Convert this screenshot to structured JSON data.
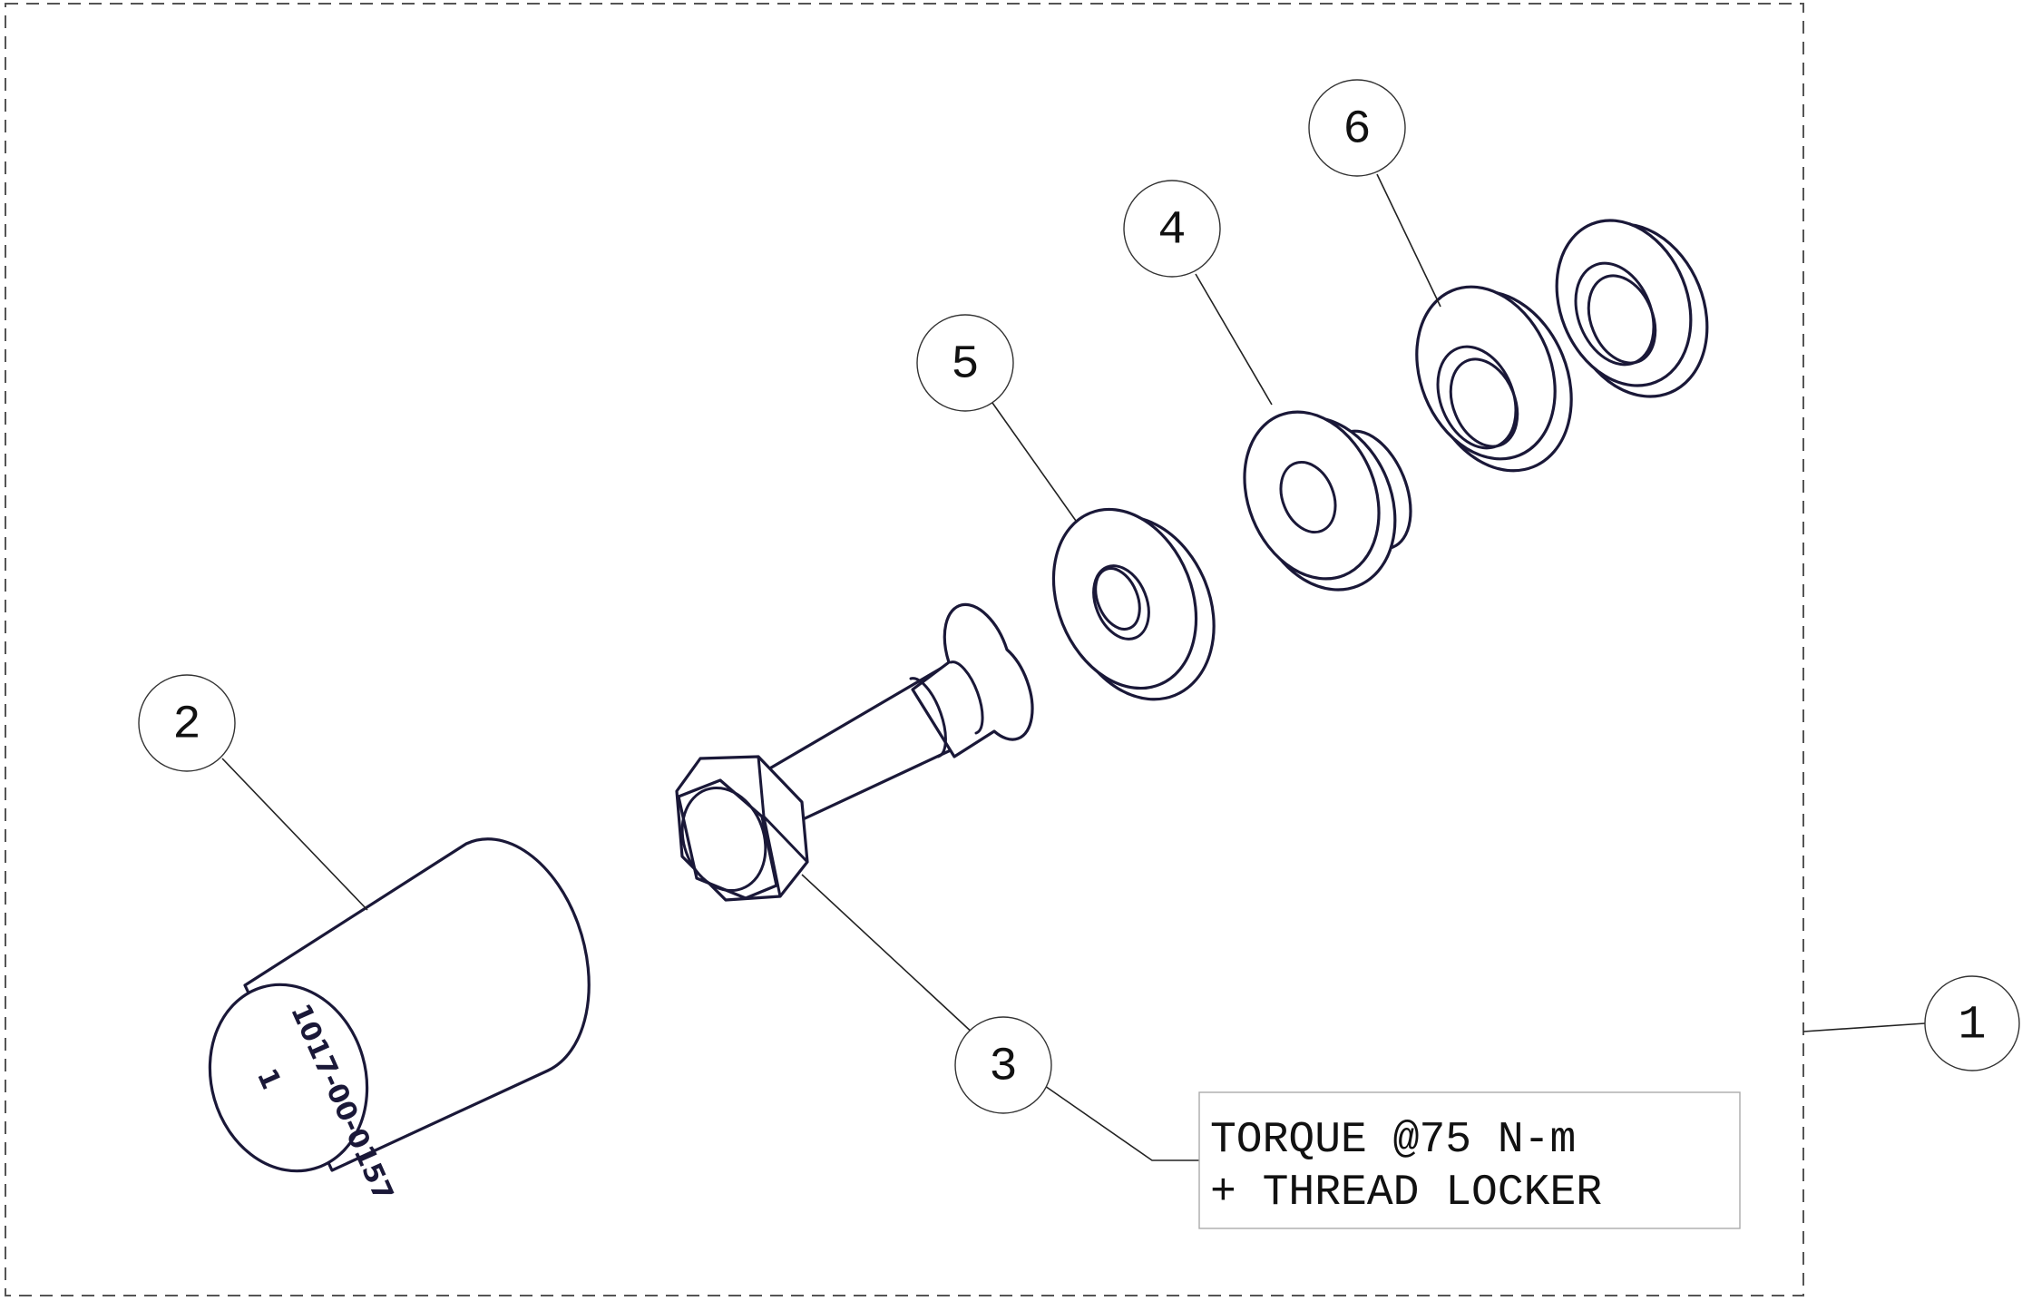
{
  "balloons": {
    "b1": "1",
    "b2": "2",
    "b3": "3",
    "b4": "4",
    "b5": "5",
    "b6": "6"
  },
  "note": {
    "line1": "TORQUE @75 N-m",
    "line2": "+ THREAD LOCKER"
  },
  "engraving": {
    "part_number": "1017-00-0157",
    "quantity": "1"
  }
}
